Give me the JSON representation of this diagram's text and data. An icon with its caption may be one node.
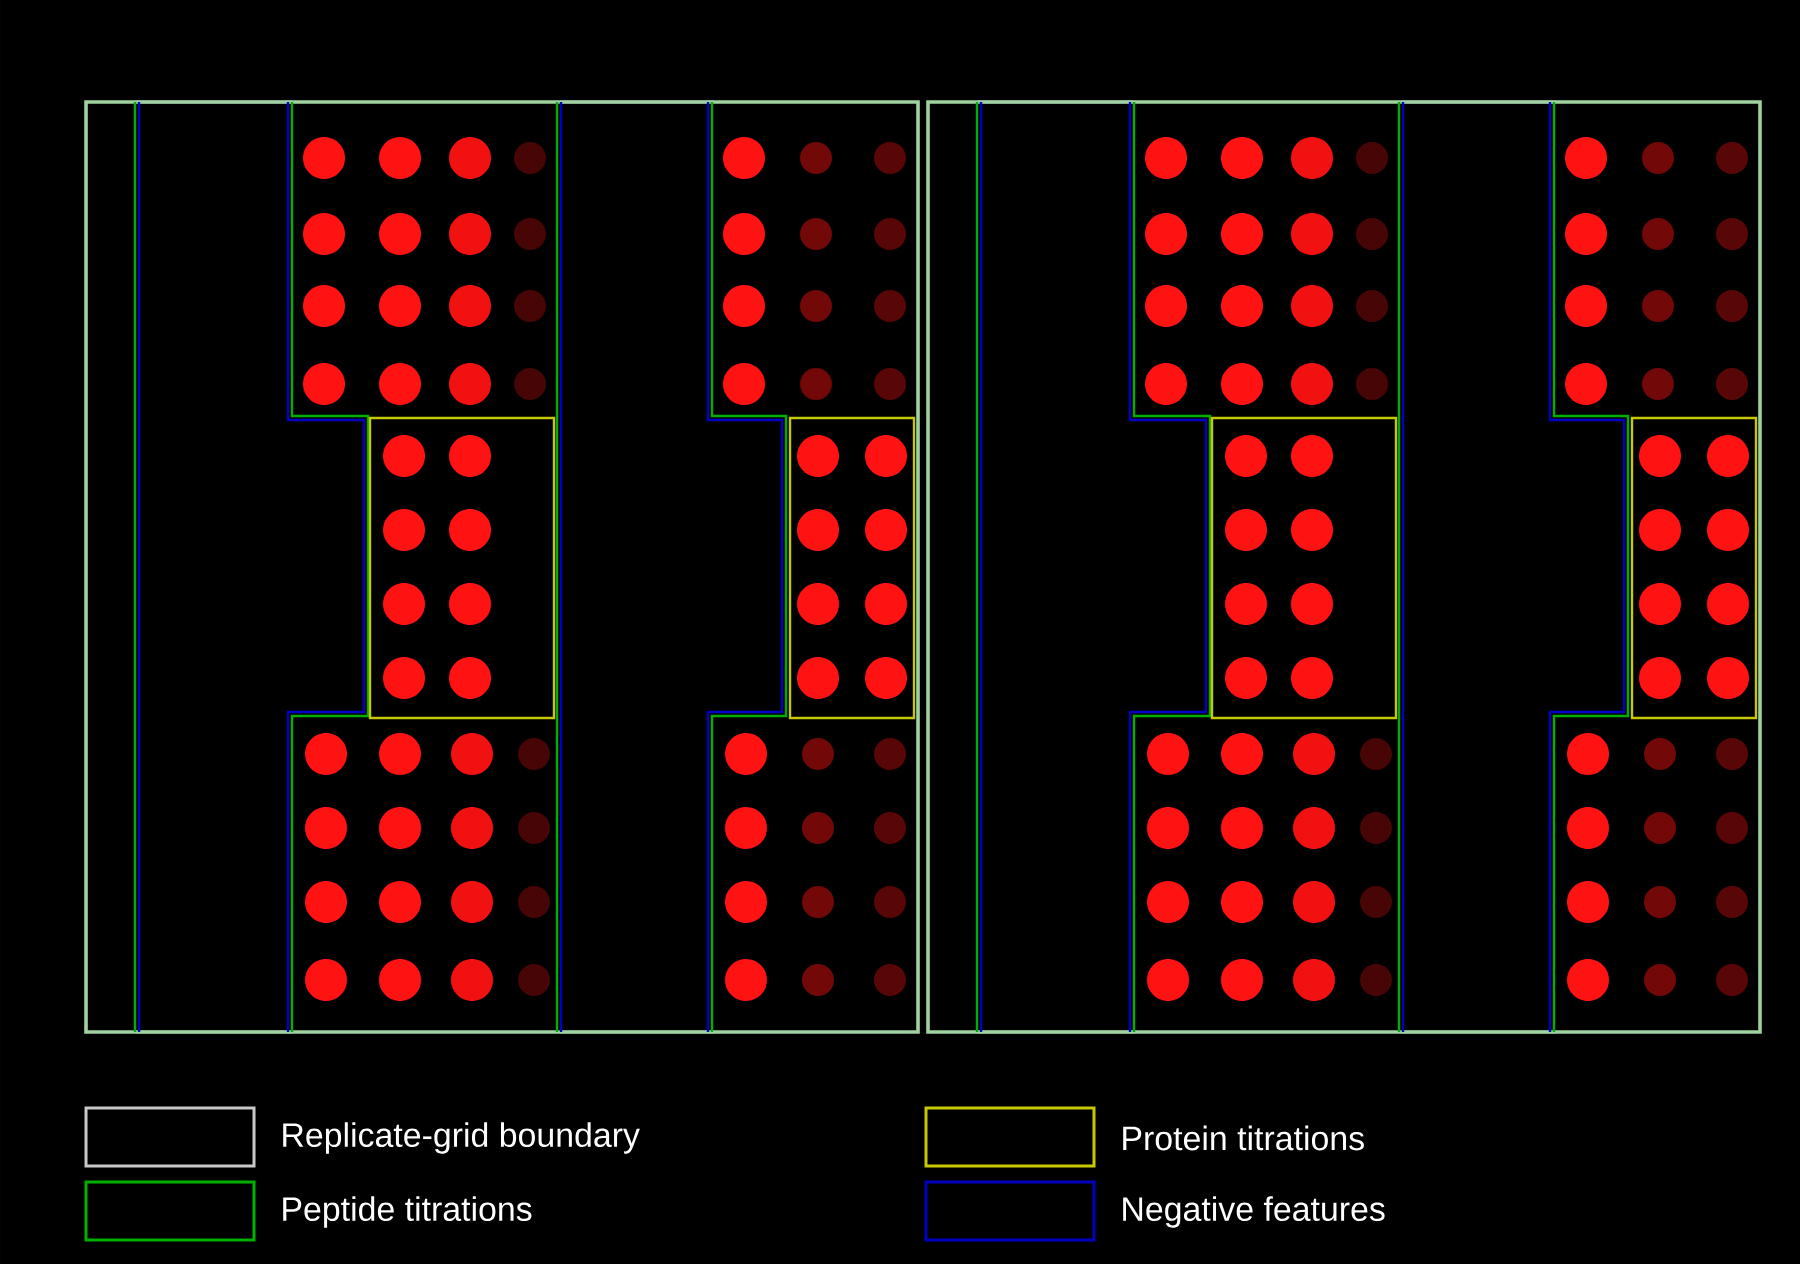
{
  "diagram": {
    "legend": [
      {
        "text": "Replicate-grid boundary",
        "color": "#c8c8c8"
      },
      {
        "text": "Protein titrations",
        "color": "#c8c800"
      },
      {
        "text": "Peptide titrations",
        "color": "#00b000"
      },
      {
        "text": "Negative features",
        "color": "#0000c0"
      }
    ]
  }
}
